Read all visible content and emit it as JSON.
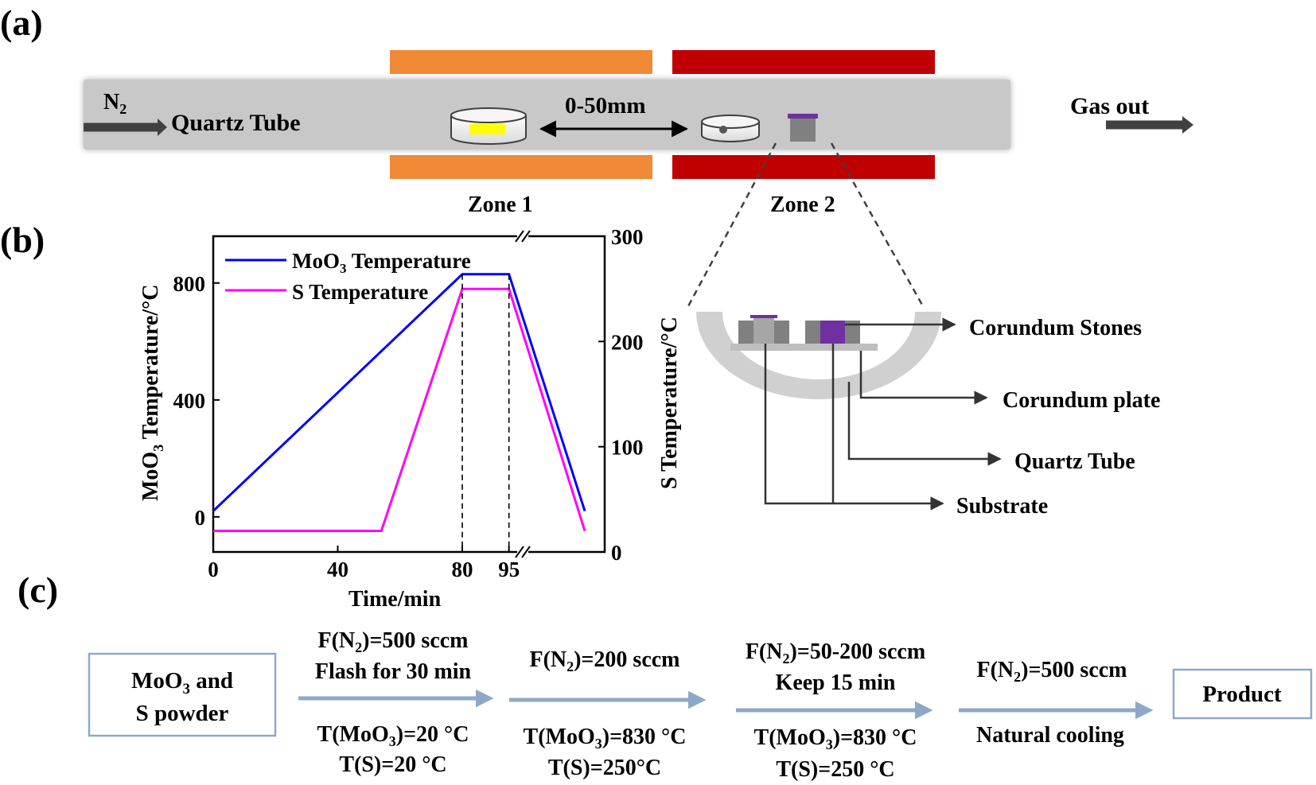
{
  "panel_a": {
    "label": "(a)",
    "gas_in": "N",
    "gas_in_sub": "2",
    "tube_label": "Quartz Tube",
    "distance": "0-50mm",
    "gas_out": "Gas out",
    "zone1": "Zone 1",
    "zone2": "Zone 2",
    "colors": {
      "zone1": "#f08a36",
      "zone2": "#c00000",
      "tube": "#c8c8c8",
      "sulfur": "#ffff00",
      "substrate": "#7030a0"
    }
  },
  "panel_b": {
    "label": "(b)",
    "chart_data": {
      "type": "line",
      "xlabel": "Time/min",
      "ylabel_left_pre": "MoO",
      "ylabel_left_sub": "3",
      "ylabel_left_post": " Temperature/°C",
      "ylabel_right": "S Temperature/°C",
      "x_ticks": [
        "0",
        "40",
        "80",
        "95"
      ],
      "y_left_ticks": [
        "0",
        "400",
        "800"
      ],
      "y_right_ticks": [
        "0",
        "100",
        "200",
        "300"
      ],
      "y_left_lim": [
        -120,
        960
      ],
      "y_right_lim": [
        0,
        300
      ],
      "series": [
        {
          "name_pre": "MoO",
          "name_sub": "3",
          "name_post": " Temperature",
          "color": "#0000ff",
          "points": [
            [
              0,
              20
            ],
            [
              80,
              830
            ],
            [
              95,
              830
            ],
            [
              125,
              20
            ]
          ]
        },
        {
          "name_pre": "S Temperature",
          "name_sub": "",
          "name_post": "",
          "color": "#ff00ff",
          "points": [
            [
              0,
              20
            ],
            [
              54,
              20
            ],
            [
              80,
              250
            ],
            [
              95,
              250
            ],
            [
              125,
              20
            ]
          ]
        }
      ]
    }
  },
  "cross_section": {
    "labels": [
      "Corundum Stones",
      "Corundum plate",
      "Quartz Tube",
      "Substrate"
    ]
  },
  "panel_c": {
    "label": "(c)",
    "start_pre": "MoO",
    "start_sub": "3",
    "start_post": " and",
    "start_line2": "S powder",
    "end": "Product",
    "steps": [
      {
        "above1_pre": "F(N",
        "above1_sub": "2",
        "above1_post": ")=500 sccm",
        "above2": "Flash for 30 min",
        "below1_pre": "T(MoO",
        "below1_sub": "3",
        "below1_post": ")=20 °C",
        "below2": "T(S)=20 °C"
      },
      {
        "above1_pre": "F(N",
        "above1_sub": "2",
        "above1_post": ")=200 sccm",
        "above2": "",
        "below1_pre": "T(MoO",
        "below1_sub": "3",
        "below1_post": ")=830 °C",
        "below2": "T(S)=250°C"
      },
      {
        "above1_pre": "F(N",
        "above1_sub": "2",
        "above1_post": ")=50-200 sccm",
        "above2": "Keep 15 min",
        "below1_pre": "T(MoO",
        "below1_sub": "3",
        "below1_post": ")=830 °C",
        "below2": "T(S)=250 °C"
      },
      {
        "above1_pre": "F(N",
        "above1_sub": "2",
        "above1_post": ")=500 sccm",
        "above2": "",
        "below1_pre": "Natural cooling",
        "below1_sub": "",
        "below1_post": "",
        "below2": ""
      }
    ]
  }
}
